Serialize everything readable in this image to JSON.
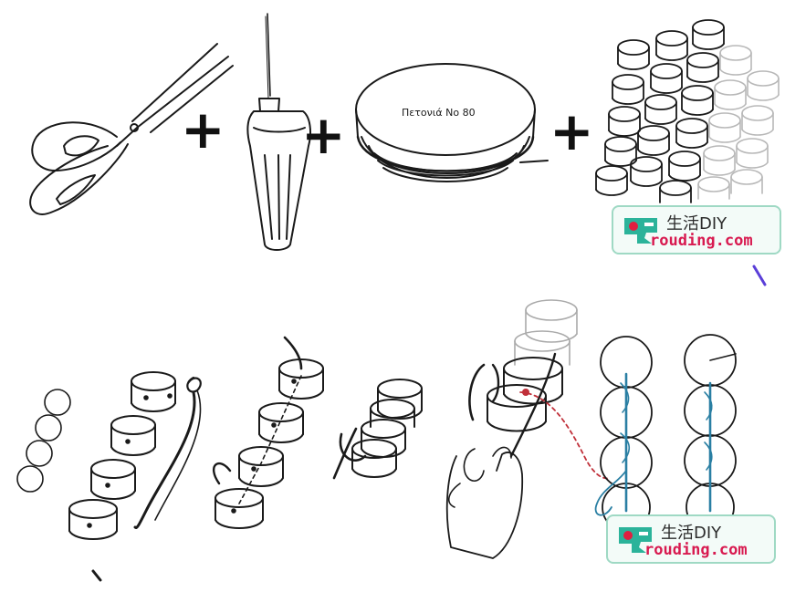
{
  "spool": {
    "label": "Πετονιά Νο 80"
  },
  "plus_symbol": "+",
  "watermark": {
    "cn_text": "生活DIY",
    "url_text": "rouding.com",
    "colors": {
      "url": "#d81a50",
      "border": "#9fd9c4",
      "logo": "#2bb39a",
      "dot": "#e02040"
    }
  },
  "colors": {
    "line": "#1a1a1a",
    "cord": "#2a7fa3",
    "dashed": "#c0303a",
    "marker": "#5a3ed8"
  }
}
